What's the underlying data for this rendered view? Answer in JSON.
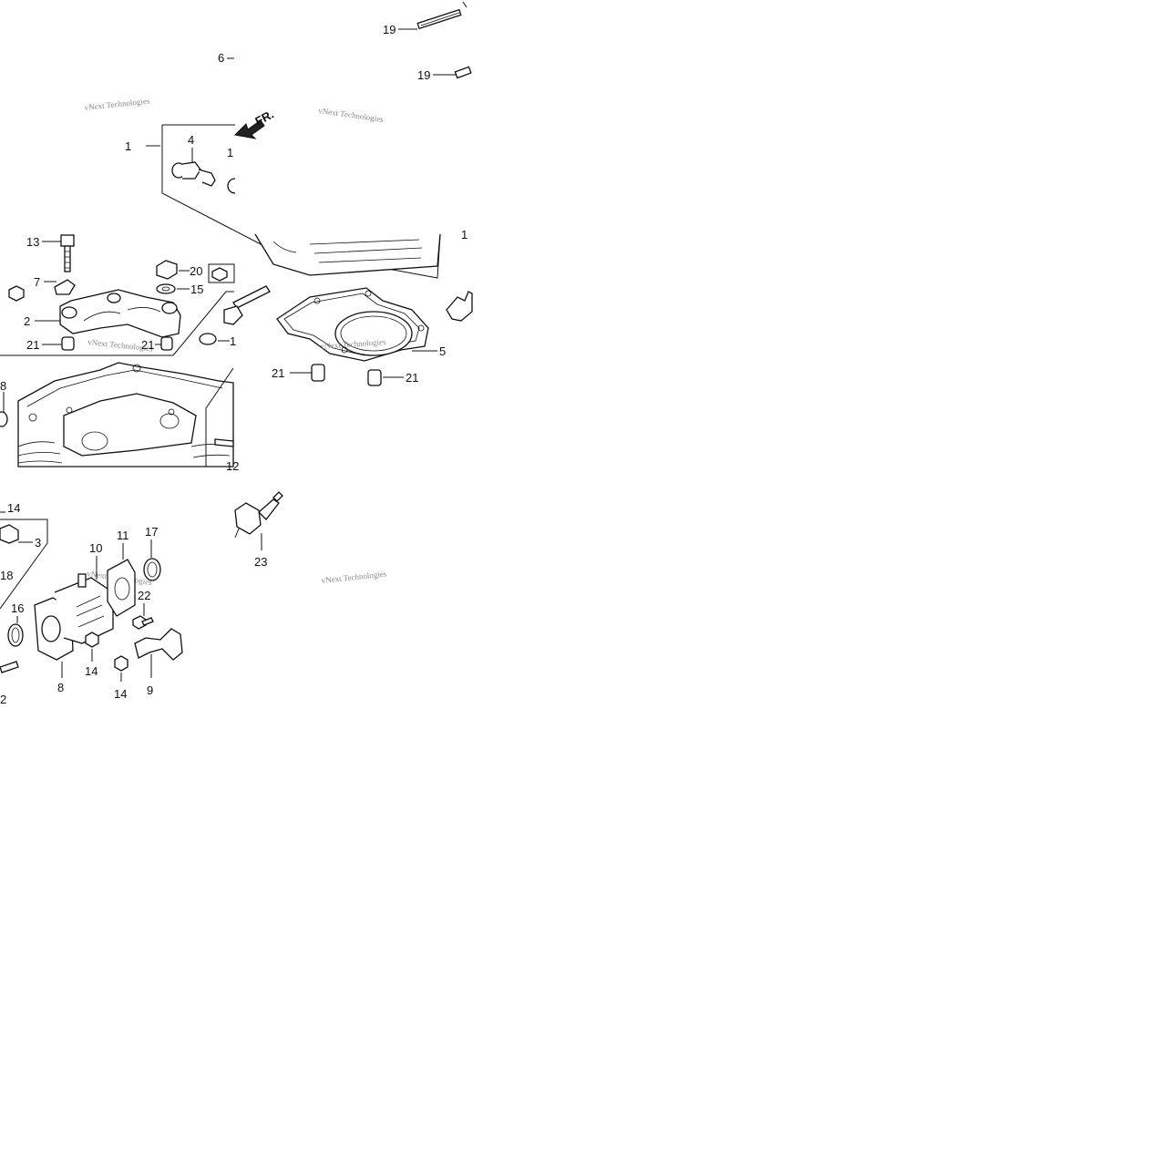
{
  "watermark": {
    "text": "vNext Technologies"
  },
  "direction_arrow": {
    "label": "FR."
  },
  "callouts": {
    "c1": "1",
    "c2": "2",
    "c3": "3",
    "c4": "4",
    "c5": "5",
    "c6": "6",
    "c7": "7",
    "c8a": "8",
    "c8b": "8",
    "c9": "9",
    "c10": "10",
    "c11": "11",
    "c12a": "12",
    "c12b": "2",
    "c13": "13",
    "c14_top": "14",
    "c14a": "14",
    "c14b": "14",
    "c15": "15",
    "c16": "16",
    "c17": "17",
    "c18": "18",
    "c19a": "19",
    "c19b": "19",
    "c20": "20",
    "c21a": "21",
    "c21b": "21",
    "c21c": "21",
    "c21d": "21",
    "c22": "22",
    "c23": "23",
    "c1b": "1",
    "c1c": "1",
    "c1d": "1"
  },
  "colors": {
    "line": "#111111",
    "background": "#ffffff",
    "watermark": "#8a8a8a"
  }
}
